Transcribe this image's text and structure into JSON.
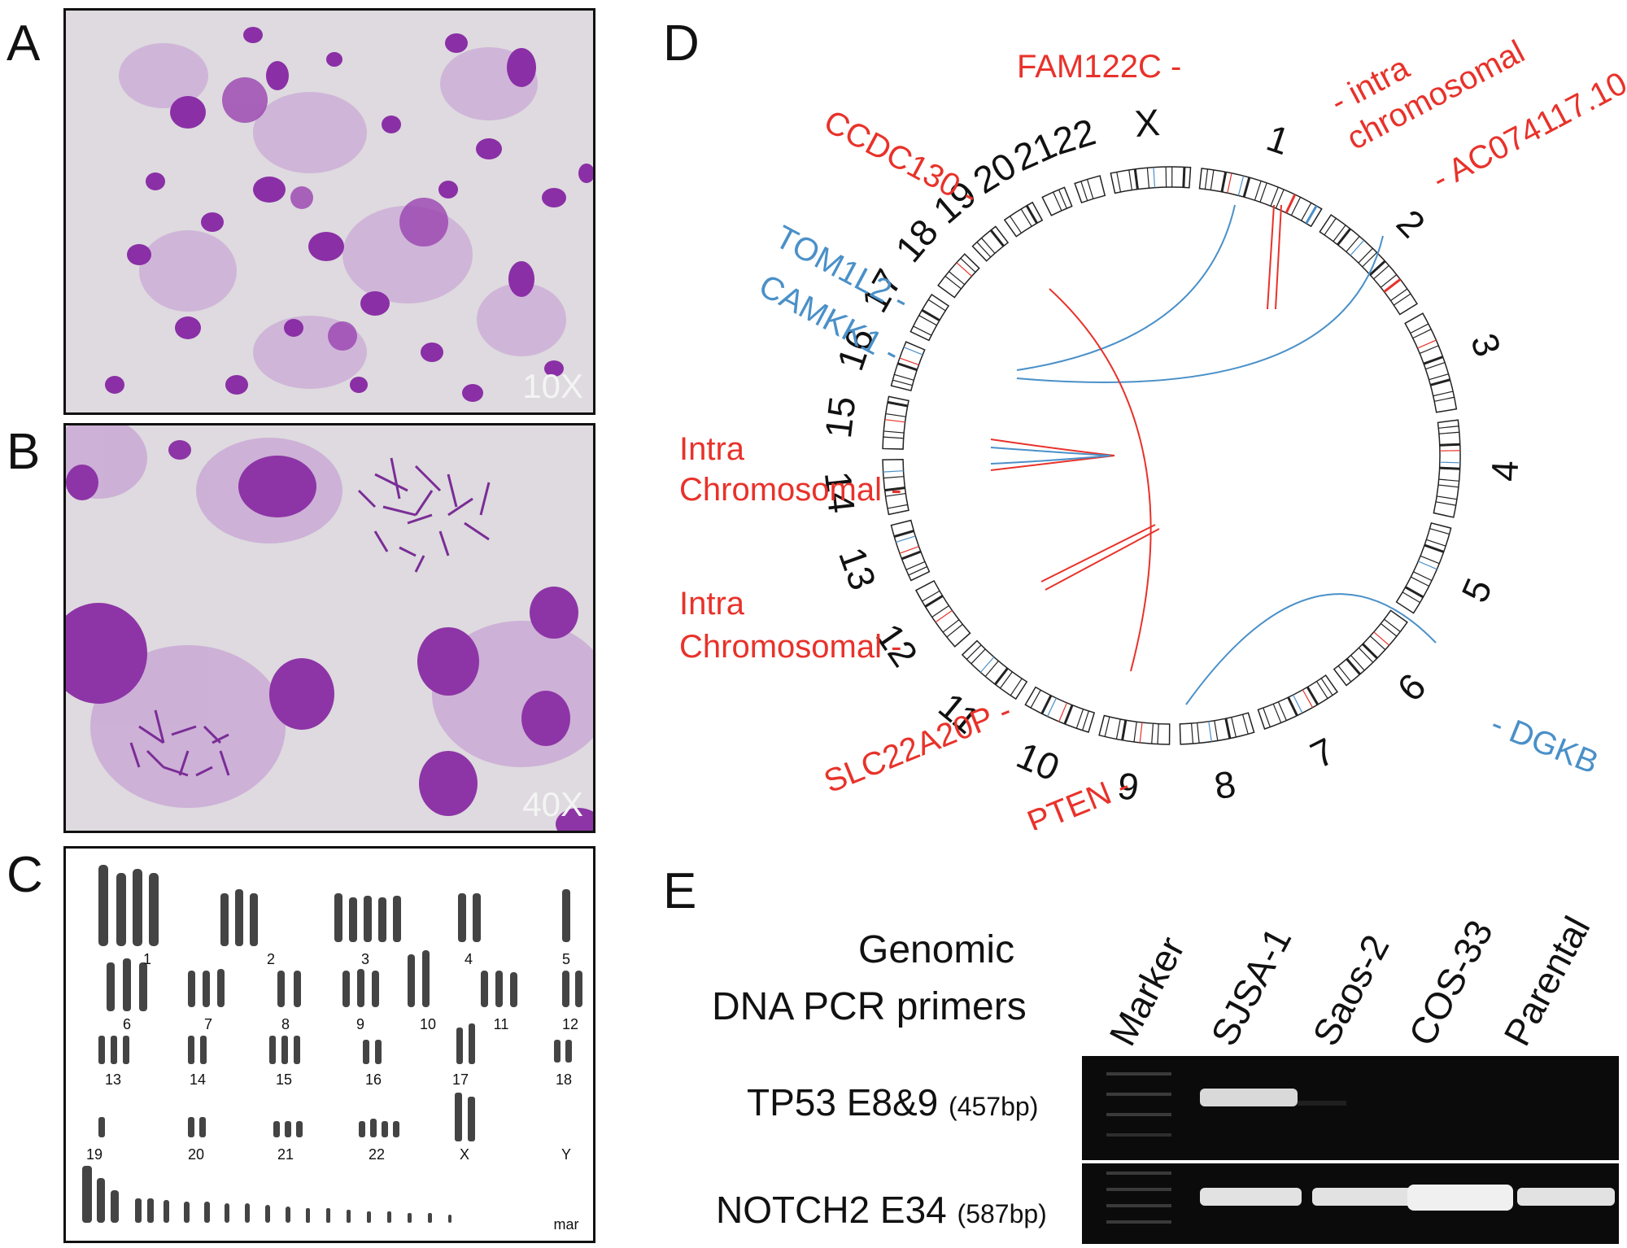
{
  "panels": {
    "a": {
      "letter": "A",
      "magnification": "10X"
    },
    "b": {
      "letter": "B",
      "magnification": "40X"
    },
    "c": {
      "letter": "C",
      "karyotype_labels": [
        "1",
        "2",
        "3",
        "4",
        "5",
        "6",
        "7",
        "8",
        "9",
        "10",
        "11",
        "12",
        "13",
        "14",
        "15",
        "16",
        "17",
        "18",
        "19",
        "20",
        "21",
        "22",
        "X",
        "Y",
        "mar"
      ]
    },
    "d": {
      "letter": "D",
      "chromosomes": [
        "1",
        "2",
        "3",
        "4",
        "5",
        "6",
        "7",
        "8",
        "9",
        "10",
        "11",
        "12",
        "13",
        "14",
        "15",
        "16",
        "17",
        "18",
        "19",
        "20",
        "21",
        "22",
        "X"
      ],
      "gene_labels": {
        "fam122c": "FAM122C -",
        "intra1_line1": "- intra",
        "intra1_line2": "chromosomal",
        "ac074117": "- AC074117.10",
        "ccdc130": "CCDC130 -",
        "tom1l2": "TOM1L2 -",
        "camkk1": "CAMKK1 -",
        "intra15_line1": "Intra",
        "intra15_line2": "Chromosomal -",
        "intra13_line1": "Intra",
        "intra13_line2": "Chromosomal -",
        "slc22a20p": "SLC22A20P -",
        "pten": "PTEN -",
        "dgkb": "- DGKB"
      },
      "colors": {
        "red": "#e8322a",
        "blue": "#4a90c8"
      }
    },
    "e": {
      "letter": "E",
      "header_line1": "Genomic",
      "header_line2": "DNA PCR primers",
      "lanes": [
        "Marker",
        "SJSA-1",
        "Saos-2",
        "COS-33",
        "Parental"
      ],
      "rows": [
        {
          "name": "TP53 E8&9",
          "size": "(457bp)"
        },
        {
          "name": "NOTCH2 E34",
          "size": "(587bp)"
        }
      ]
    }
  }
}
